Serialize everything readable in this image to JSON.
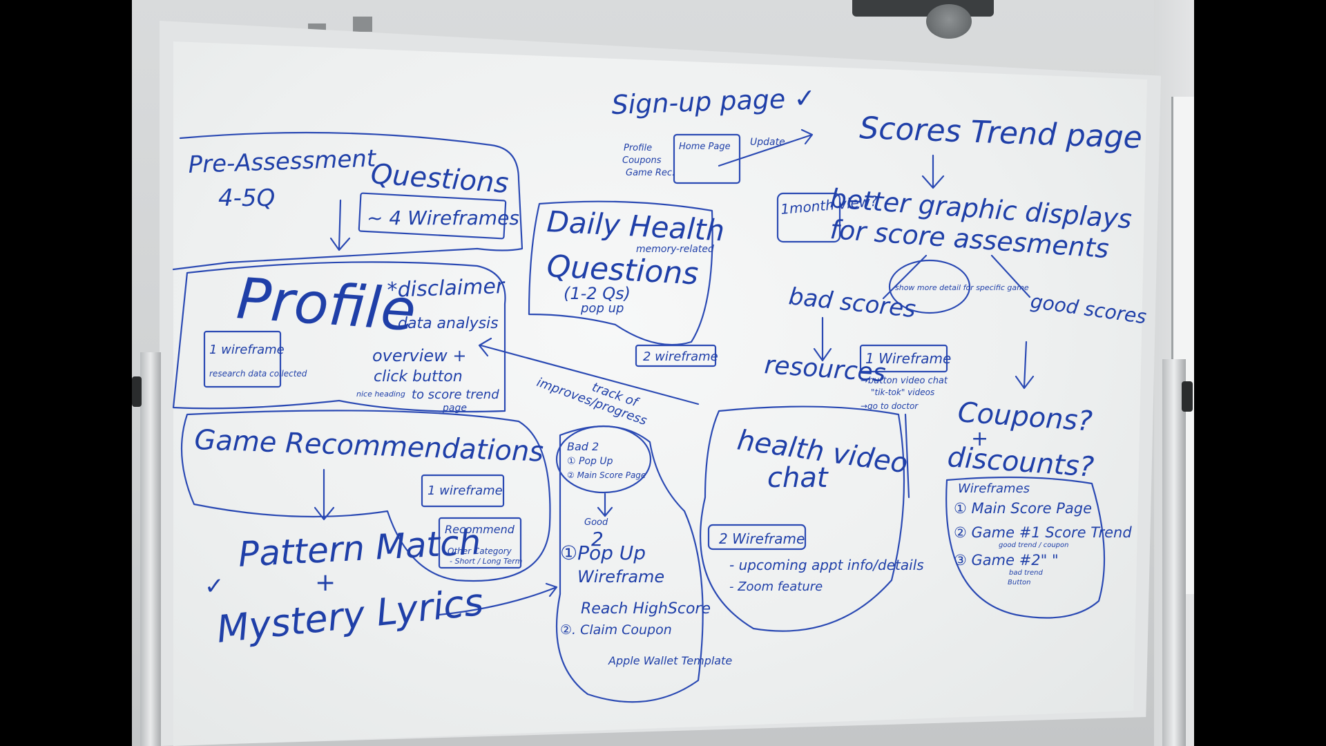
{
  "scene": {
    "description_colors": {
      "ink": "#1f3fa8",
      "board": "#f2f3f3",
      "frame": "#e2e4e5",
      "background": "#000000"
    }
  },
  "whiteboard": {
    "signup": {
      "title": "Sign-up page ✓",
      "profile": "Profile",
      "coupons": "Coupons",
      "game_rec": "Game Rec.",
      "home_page": "Home Page",
      "update": "Update"
    },
    "scores_trend": {
      "title": "Scores Trend page",
      "month_view": "1month view?",
      "better_graphic": "better graphic displays",
      "for_score": "for score assesments",
      "show_more": "show more detail for specific game",
      "bad_scores": "bad scores",
      "good_scores": "good scores",
      "resources": "resources",
      "one_wireframe": "1 Wireframe",
      "button_video": "→button video chat",
      "tiktok": "\"tik-tok\" videos",
      "go_to_doctor": "→go to doctor",
      "coupons": "Coupons?",
      "plus": "+",
      "discounts": "discounts?"
    },
    "pre_assessment": {
      "title": "Pre-Assessment",
      "count": "4-5Q",
      "questions": "Questions",
      "wireframes": "~ 4 Wireframes"
    },
    "profile": {
      "title": "Profile",
      "one_wireframe": "1 wireframe",
      "research": "research data collected",
      "disclaimer": "*disclaimer",
      "data_analysis": "data analysis",
      "overview": "overview +",
      "click_button": "click button",
      "to_score_trend": "to score trend",
      "page": "page",
      "nice_heading": "nice heading"
    },
    "daily_health": {
      "title1": "Daily Health",
      "memory": "memory-related",
      "title2": "Questions",
      "count": "(1-2 Qs)",
      "popup": "pop up",
      "wireframe": "2 wireframe",
      "track": "track of",
      "improves": "improves/progress"
    },
    "game_recs": {
      "title": "Game Recommendations",
      "one_wireframe": "1 wireframe",
      "recommend": "Recommend",
      "other_category": "Other Category",
      "short_long": "- Short / Long Term",
      "pattern_match": "Pattern Match",
      "plus": "+",
      "mystery_lyrics": "Mystery Lyrics",
      "check": "✓"
    },
    "bad_good": {
      "bad_2": "Bad 2",
      "bad_popup": "① Pop Up",
      "bad_main": "② Main Score Page",
      "good": "Good",
      "good_2": "2",
      "good_popup": "①Pop Up",
      "good_wireframe": "Wireframe",
      "reach": "Reach HighScore",
      "claim": "②. Claim Coupon",
      "apple": "Apple Wallet Template"
    },
    "health_video": {
      "title1": "health video",
      "title2": "chat",
      "wireframe": "2 Wireframe",
      "upcoming": "- upcoming appt info/details",
      "zoom": "- Zoom feature"
    },
    "wireframes_list": {
      "title": "Wireframes",
      "item1": "① Main Score Page",
      "item2": "② Game #1 Score Trend",
      "item2_sub": "good trend / coupon",
      "item3": "③ Game #2\" \"",
      "item3_sub": "bad trend",
      "button": "Button"
    }
  }
}
